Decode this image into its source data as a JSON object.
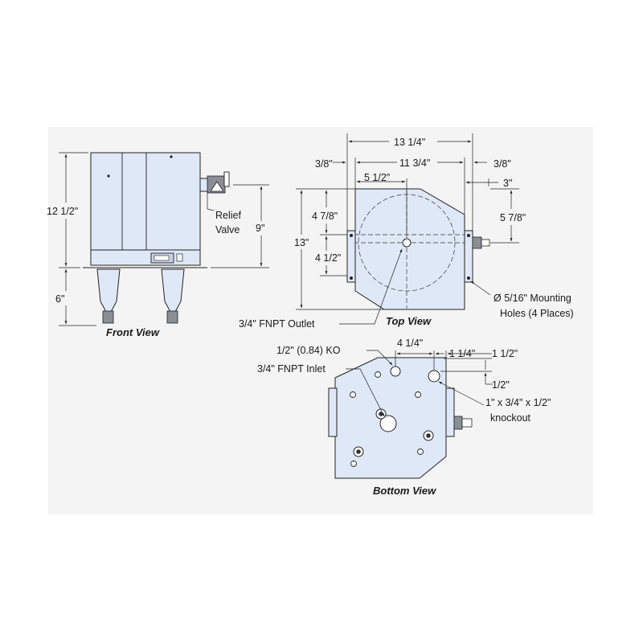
{
  "views": {
    "front": "Front View",
    "top": "Top View",
    "bottom": "Bottom View"
  },
  "front": {
    "height": "12 1/2\"",
    "leg": "6\"",
    "relief_1": "Relief",
    "relief_2": "Valve",
    "valve_height": "9\""
  },
  "top": {
    "overall_width": "13 1/4\"",
    "inner_width": "11 3/4\"",
    "left_flange": "3/8\"",
    "right_flange": "3/8\"",
    "center": "5 1/2\"",
    "right_offset": "3\"",
    "depth": "13\"",
    "upper": "4 7/8\"",
    "lower": "4 1/2\"",
    "right_height": "5 7/8\"",
    "outlet": "3/4\" FNPT Outlet",
    "mount_1": "Ø 5/16\" Mounting",
    "mount_2": "Holes (4 Places)"
  },
  "bottom": {
    "ko": "1/2\" (0.84) KO",
    "inlet": "3/4\" FNPT Inlet",
    "d1": "4 1/4\"",
    "d2": "1 1/4\"",
    "d3": "1 1/2\"",
    "d4": "1/2\"",
    "knock_1": "1\" x 3/4\" x 1/2\"",
    "knock_2": "knockout"
  },
  "colors": {
    "panel": "#f4f4f4",
    "body_fill": "#dfe8f6",
    "line": "#222222"
  }
}
